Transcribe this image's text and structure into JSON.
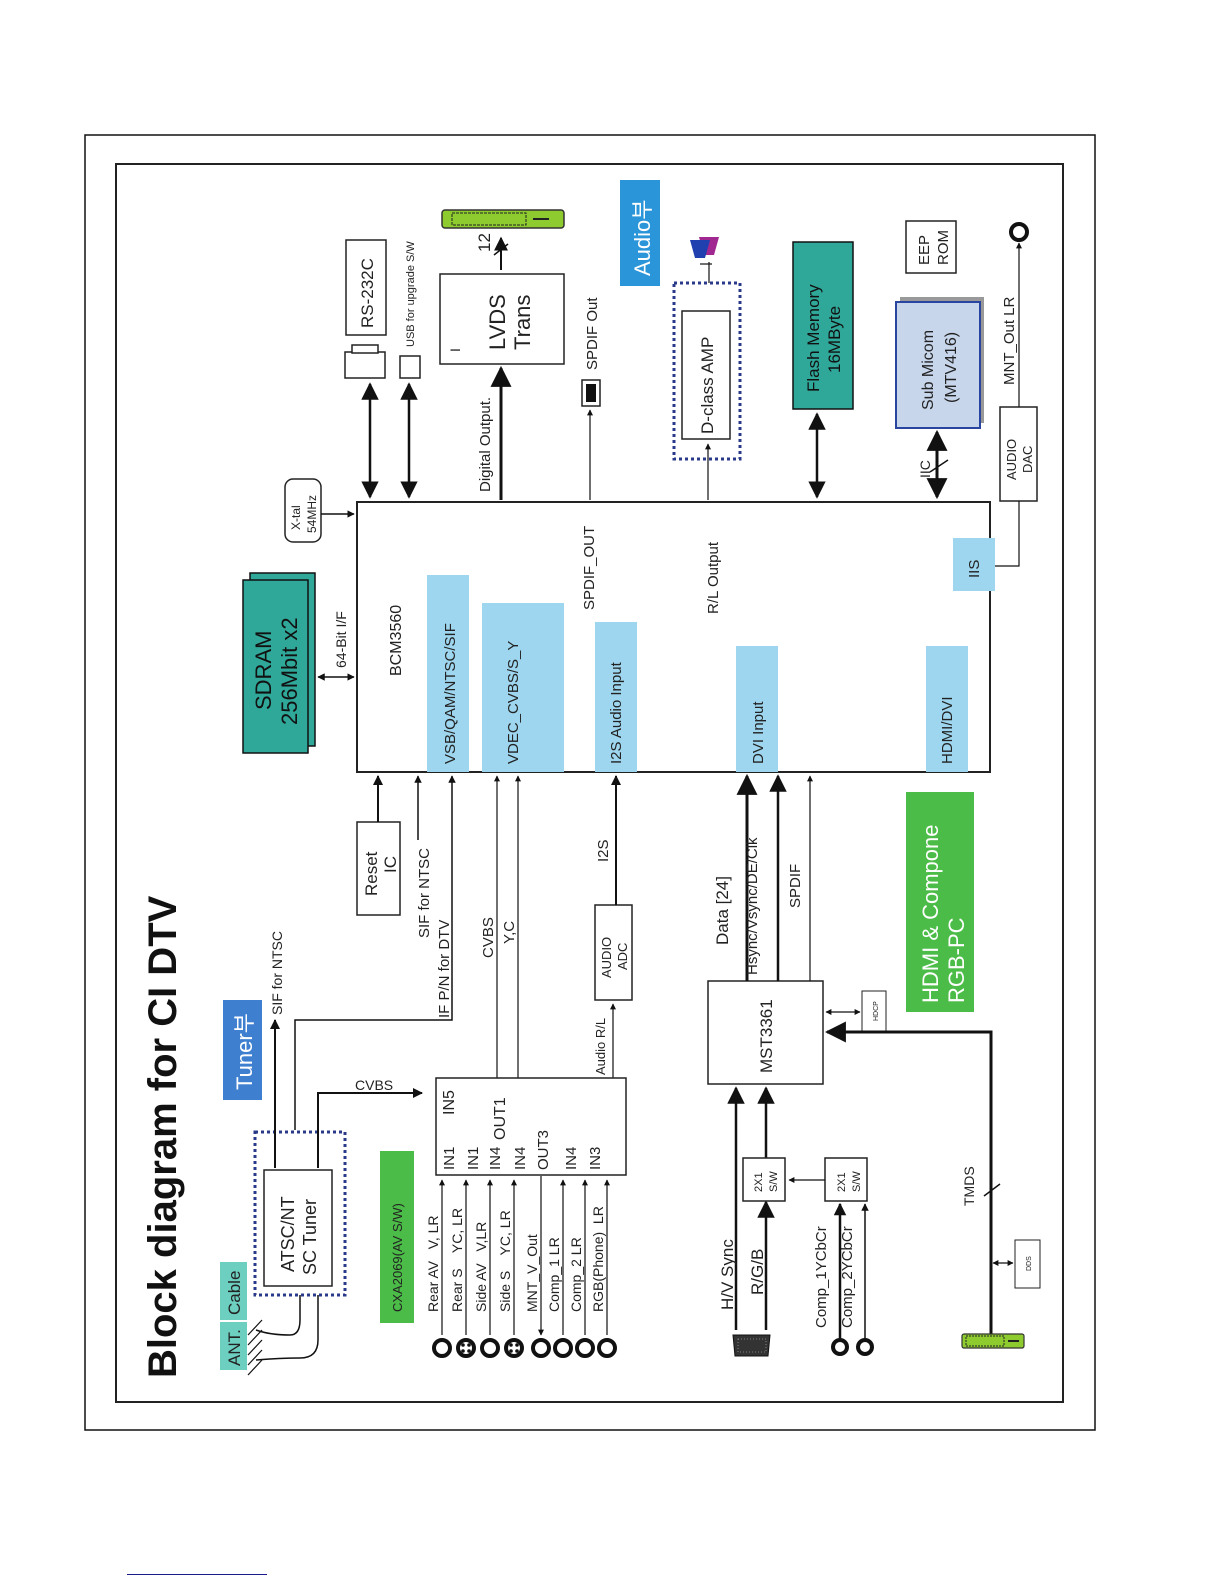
{
  "title": "Block diagram for CI DTV",
  "colors": {
    "teal_block": "#2fa89a",
    "light_blue": "#9dd6ee",
    "tag_blue": "#2a95d8",
    "tag_tuner": "#3f7fd0",
    "tag_cyan": "#6ccfc0",
    "green": "#4cbc48",
    "micom_fill": "#c8d6ec",
    "micom_border": "#2a45a0",
    "connector_green": "#8ecb2e",
    "dotted": "#2a3a8a"
  },
  "section_tags": {
    "tuner": "Tuner부",
    "audio": "Audio부",
    "hdmi_component": [
      "HDMI & Compone",
      "RGB-PC"
    ],
    "cxa": "CXA2069(AV S/W)",
    "ant": "ANT.",
    "cable": "Cable"
  },
  "blocks": {
    "sdram": [
      "SDRAM",
      "256Mbit x2"
    ],
    "xtal": [
      "X-tal",
      "54MHz"
    ],
    "rs232c": "RS-232C",
    "usb": "USB for upgrade S/W",
    "lvds": [
      "LVDS",
      "Trans"
    ],
    "lvds_mark": "I",
    "lvds_bus": "12",
    "spdif_out": "SPDIF Out",
    "dclass_amp": "D-class AMP",
    "flash": [
      "Flash Memory",
      "16MByte"
    ],
    "eeprom": [
      "EEP",
      "ROM"
    ],
    "submicom": [
      "Sub Micom",
      "(MTV416)"
    ],
    "audio_dac": [
      "AUDIO",
      "DAC"
    ],
    "mnt_out": "MNT_Out LR",
    "iic": "IIC",
    "main_chip": "BCM3560",
    "bit_if": "64-Bit I/F",
    "digital_output": "Digital Output.",
    "spdif_out_pin": "SPDIF_OUT",
    "rl_output": "R/L Output",
    "reset_ic": [
      "Reset",
      "IC"
    ],
    "audio_adc": [
      "AUDIO",
      "ADC"
    ],
    "mst": "MST3361",
    "hdcp": "HDCP",
    "dds": "DDS",
    "tuner_box": [
      "ATSC/NT",
      "SC Tuner"
    ],
    "sw1": [
      "2X1",
      "S/W"
    ],
    "sw2": [
      "2X1",
      "S/W"
    ]
  },
  "chip_ports": [
    "VSB/QAM/NTSC/SIF",
    "VDEC_CVBS/S_Y",
    "I2S Audio Input",
    "DVI Input",
    "HDMI/DVI",
    "IIS"
  ],
  "signals": {
    "sif_ntsc_tuner": "SIF for NTSC",
    "cvbs_tuner": "CVBS",
    "sif_ntsc": "SIF for NTSC",
    "if_pn": "IF P/N for DTV",
    "cvbs": "CVBS",
    "yc": "Y,C",
    "i2s": "I2S",
    "audio_rl": "Audio R/L",
    "data24": "Data [24]",
    "hsync": "Hsync/Vsync/DE/Clk",
    "spdif": "SPDIF",
    "tmds": "TMDS",
    "hv_sync": "H/V Sync",
    "rgb": "R/G/B",
    "comp1": "Comp_1YCbCr",
    "comp2": "Comp_2YCbCr"
  },
  "cxa_pins": {
    "in5": "IN5",
    "out1": "OUT1",
    "left": [
      "IN1",
      "IN1",
      "IN4",
      "IN4",
      "OUT3",
      "IN4",
      "IN3"
    ]
  },
  "av_inputs": [
    {
      "label": "Rear AV   V, LR",
      "type": "rca"
    },
    {
      "label": "Rear S    YC, LR",
      "type": "svideo"
    },
    {
      "label": "Side AV   V,LR",
      "type": "rca"
    },
    {
      "label": "Side S    YC, LR",
      "type": "svideo"
    },
    {
      "label": "MNT_V_Out",
      "type": "rca"
    },
    {
      "label": "Comp_1 LR",
      "type": "rca"
    },
    {
      "label": "Comp_2 LR",
      "type": "rca"
    },
    {
      "label": "RGB(Phone)  LR",
      "type": "rca"
    }
  ]
}
